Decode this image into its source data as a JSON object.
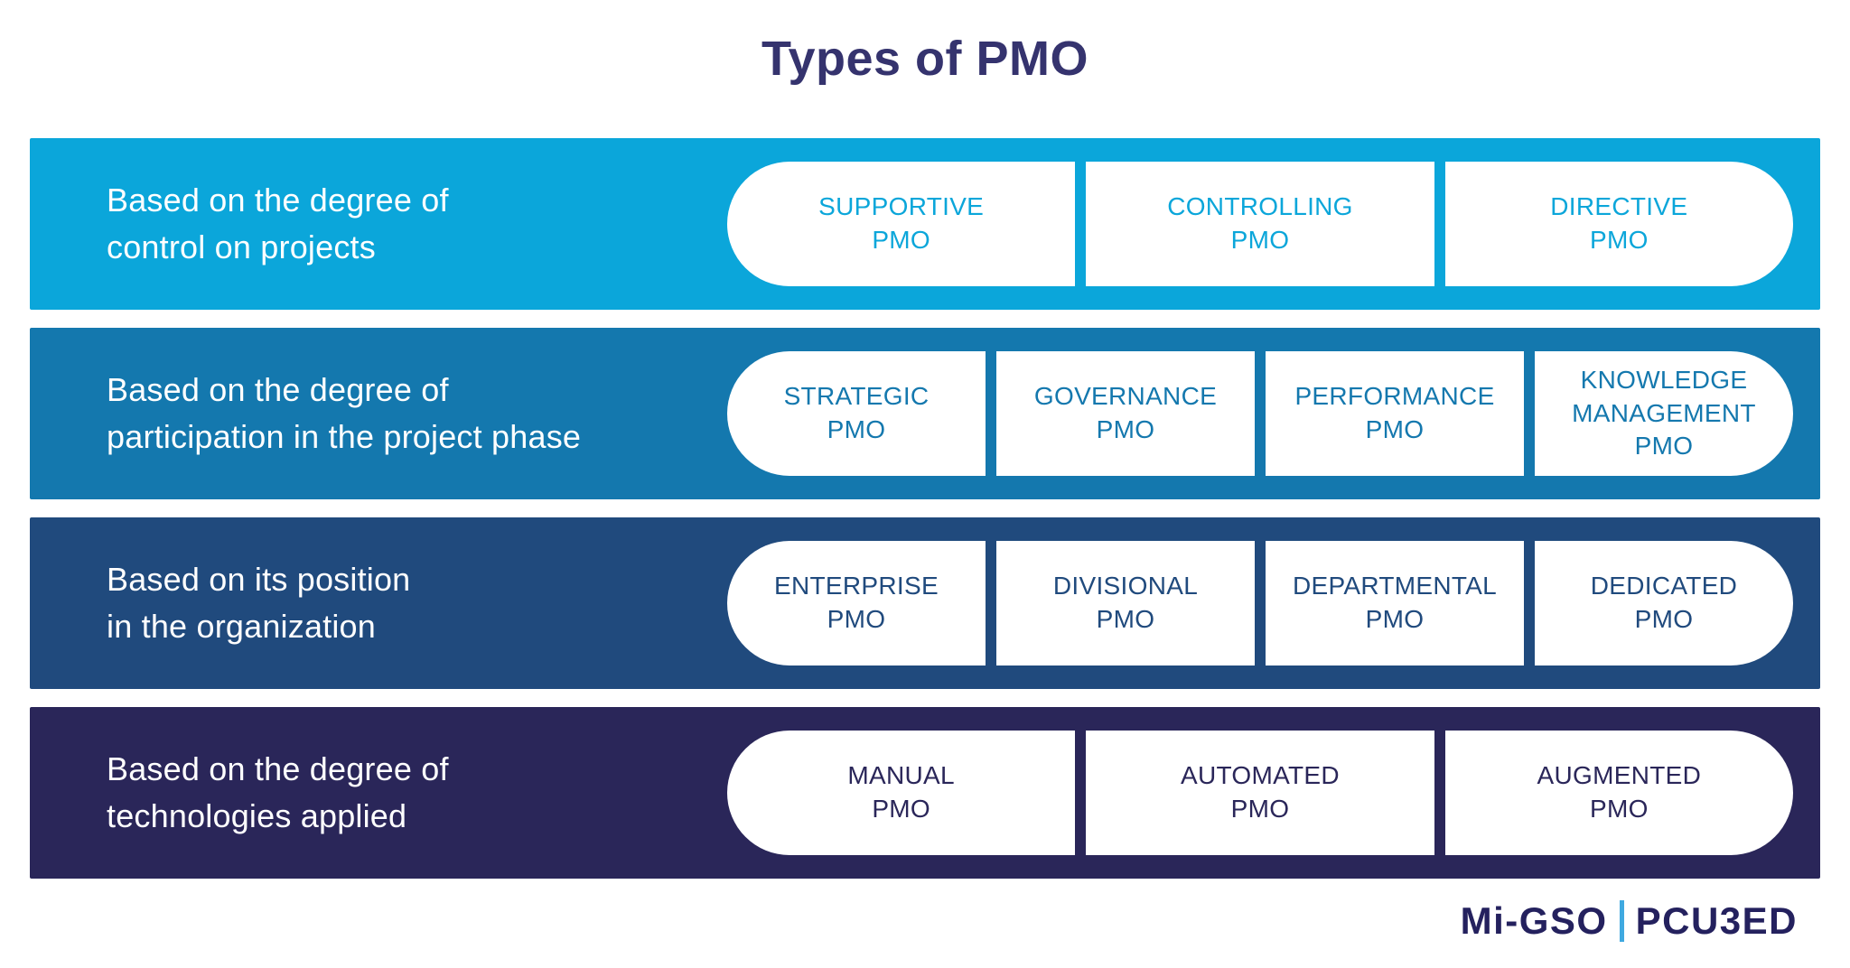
{
  "title": "Types of PMO",
  "colors": {
    "band1": "#0BA6DA",
    "band2": "#1478AE",
    "band3": "#204A7D",
    "band4": "#2A2659",
    "title_color": "#35336E",
    "logo_navy": "#24215E",
    "logo_divider": "#3FA9E0",
    "pill_bg": "#FFFFFF"
  },
  "rows": [
    {
      "label": "Based on the degree of\ncontrol on projects",
      "pills": [
        "SUPPORTIVE\nPMO",
        "CONTROLLING\nPMO",
        "DIRECTIVE\nPMO"
      ]
    },
    {
      "label": "Based on the degree of\nparticipation in the project phase",
      "pills": [
        "STRATEGIC\nPMO",
        "GOVERNANCE\nPMO",
        "PERFORMANCE\nPMO",
        "KNOWLEDGE\nMANAGEMENT\nPMO"
      ]
    },
    {
      "label": "Based on its position\nin the organization",
      "pills": [
        "ENTERPRISE\nPMO",
        "DIVISIONAL\nPMO",
        "DEPARTMENTAL\nPMO",
        "DEDICATED\nPMO"
      ]
    },
    {
      "label": "Based on the degree of\ntechnologies applied",
      "pills": [
        "MANUAL\nPMO",
        "AUTOMATED\nPMO",
        "AUGMENTED\nPMO"
      ]
    }
  ],
  "logo": {
    "left": "Mi-GSO",
    "right": "PCU3ED"
  }
}
